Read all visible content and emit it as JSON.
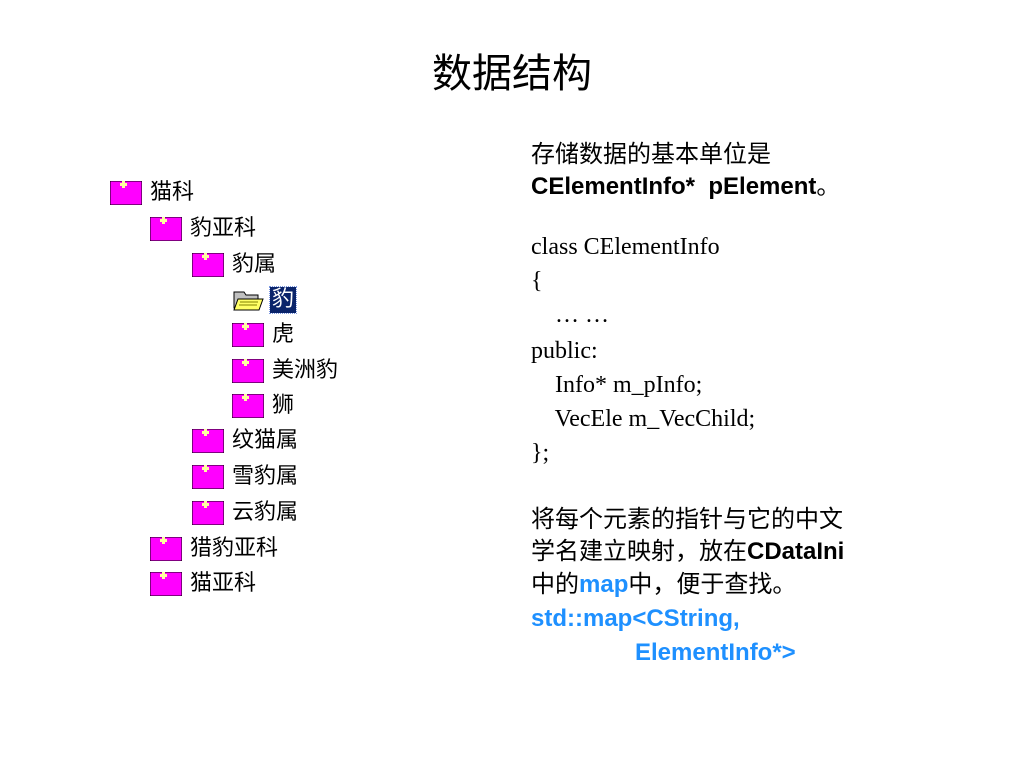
{
  "title": "数据结构",
  "colors": {
    "folder_icon": "#ff00ff",
    "selected_bg": "#0a246a",
    "accent_blue": "#1e90ff"
  },
  "tree": [
    {
      "label": "猫科",
      "icon": "folder-closed-icon"
    },
    {
      "label": "豹亚科",
      "icon": "folder-closed-icon"
    },
    {
      "label": "豹属",
      "icon": "folder-closed-icon"
    },
    {
      "label": "豹",
      "icon": "folder-open-icon",
      "selected": true
    },
    {
      "label": "虎",
      "icon": "folder-closed-icon"
    },
    {
      "label": "美洲豹",
      "icon": "folder-closed-icon"
    },
    {
      "label": "狮",
      "icon": "folder-closed-icon"
    },
    {
      "label": "纹猫属",
      "icon": "folder-closed-icon"
    },
    {
      "label": "雪豹属",
      "icon": "folder-closed-icon"
    },
    {
      "label": "云豹属",
      "icon": "folder-closed-icon"
    },
    {
      "label": "猎豹亚科",
      "icon": "folder-closed-icon"
    },
    {
      "label": "猫亚科",
      "icon": "folder-closed-icon"
    }
  ],
  "text": {
    "intro_line1": "存储数据的基本单位是",
    "intro_line2_bold": "CElementInfo*  pElement",
    "intro_line2_end": "。",
    "code": [
      "class CElementInfo",
      "{",
      "    … …",
      "public:",
      "    Info* m_pInfo;",
      "    VecEle m_VecChild;",
      "};"
    ],
    "para_line1": "将每个元素的指针与它的中文",
    "para_line2_a": "学名建立映射，放在",
    "para_line2_b": "CDataIni",
    "para_line3_a": "中的",
    "para_line3_b": "map",
    "para_line3_c": "中，便于查找。",
    "map_line1": "std::map<CString,",
    "map_line2": "ElementInfo*>"
  }
}
